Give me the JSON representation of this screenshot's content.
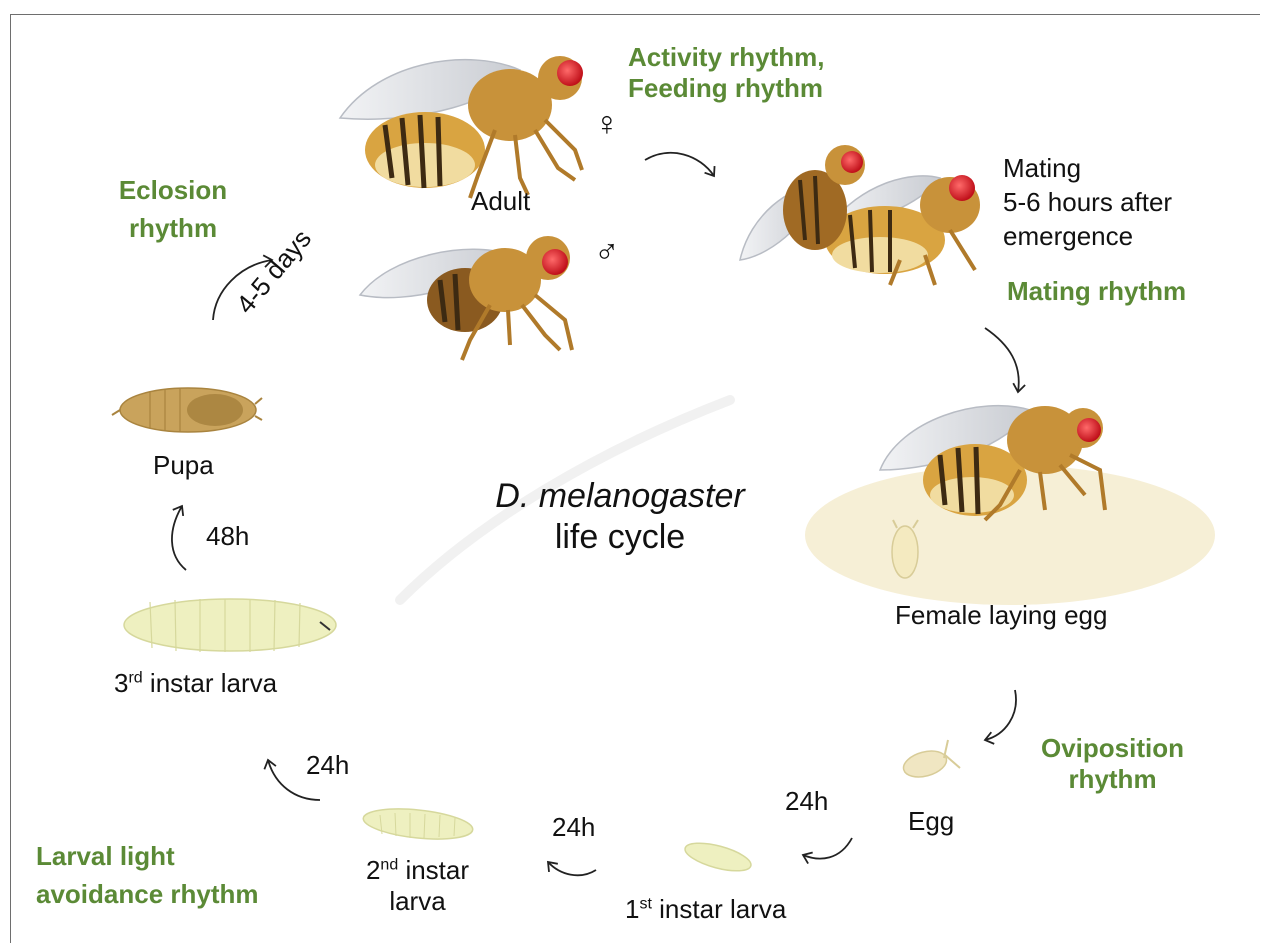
{
  "title": {
    "species": "D. melanogaster",
    "subtitle": "life cycle"
  },
  "stages": {
    "adult": "Adult",
    "female_symbol": "♀",
    "male_symbol": "♂",
    "mating_lines": [
      "Mating",
      "5-6 hours after",
      "emergence"
    ],
    "female_laying": "Female laying egg",
    "egg": "Egg",
    "first_instar": {
      "num": "1",
      "sup": "st",
      "rest": " instar larva"
    },
    "second_instar": {
      "num": "2",
      "sup": "nd",
      "rest": " instar",
      "line2": "larva"
    },
    "third_instar": {
      "num": "3",
      "sup": "rd",
      "rest": " instar larva"
    },
    "pupa": "Pupa"
  },
  "durations": {
    "egg_to_first": "24h",
    "first_to_second": "24h",
    "second_to_third": "24h",
    "third_to_pupa": "48h",
    "pupa_to_adult": "4-5 days"
  },
  "rhythms": {
    "activity": [
      "Activity rhythm,",
      "Feeding rhythm"
    ],
    "mating": "Mating rhythm",
    "oviposition": [
      "Oviposition",
      "rhythm"
    ],
    "eclosion": [
      "Eclosion",
      "rhythm"
    ],
    "larval": [
      "Larval light",
      "avoidance rhythm"
    ]
  },
  "colors": {
    "rhythm_text": "#5b8a36",
    "fly_body": "#d9a441",
    "fly_stripe": "#3d2a12",
    "fly_eye": "#e0202a",
    "wing": "#d8dbe0",
    "larva": "#eef0c0",
    "pupa": "#c9a35c",
    "food_patch": "#f6efd6"
  }
}
